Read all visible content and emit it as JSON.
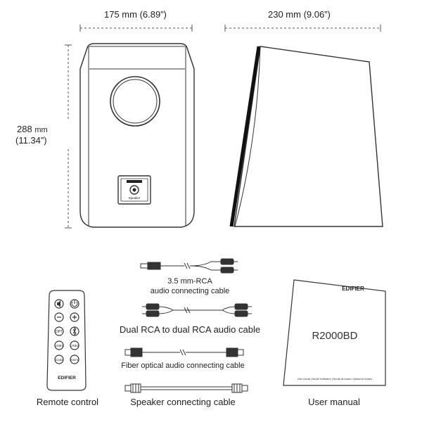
{
  "dimensions": {
    "front_width": "175 mm (6.89”)",
    "side_depth": "230 mm (9.06”)",
    "height_value": "288",
    "height_unit": "mm",
    "height_inches": "(11.34”)"
  },
  "speaker_panel": {
    "label": "Speaker"
  },
  "cables": [
    {
      "name": "3.5 mm-RCA",
      "name2": "audio connecting cable"
    },
    {
      "name": "Dual RCA to dual RCA audio cable"
    },
    {
      "name": "Fiber optical audio connecting cable"
    },
    {
      "name": "Speaker connecting cable"
    }
  ],
  "remote": {
    "caption": "Remote control",
    "brand": "EDIFIER",
    "buttons": [
      "",
      "",
      "",
      "",
      "OPT",
      "",
      "LINE1",
      "LINE2",
      "Coax",
      "Sound"
    ]
  },
  "manual": {
    "caption": "User manual",
    "brand": "EDIFIER",
    "model": "R2000BD",
    "footer": "User manual | Manuel d'utilisateur | Manual de usuario | Manual de Usuário"
  },
  "colors": {
    "line": "#333333",
    "speaker_panel": "#222222"
  }
}
